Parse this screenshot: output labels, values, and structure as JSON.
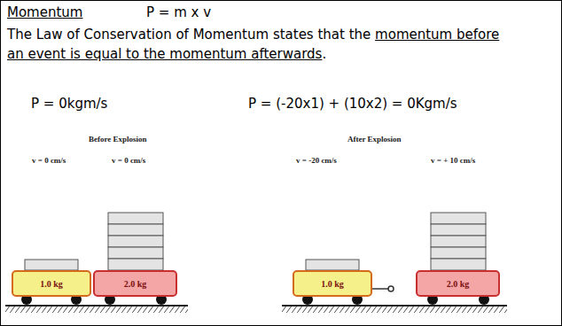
{
  "diagram": {
    "title": "Momentum",
    "nodes": [
      {
        "text": [
          "1.0 kg"
        ]
      },
      {
        "text": [
          "2.0 kg"
        ]
      },
      {
        "text": [
          "1.0 kg"
        ]
      },
      {
        "text": [
          "2.0 kg"
        ]
      }
    ],
    "labels": [
      "P = m x v",
      "The Law of Conservation of Momentum states that the",
      "momentum before an event is equal to the momentum afterwards",
      ".",
      "P = 0kgm/s",
      "P = (-20x1) + (10x2) = 0Kgm/s",
      "Before Explosion",
      "After Explosion",
      "v = 0 cm/s",
      "v = 0 cm/s",
      "v = -20 cm/s",
      "v = + 10 cm/s"
    ]
  }
}
